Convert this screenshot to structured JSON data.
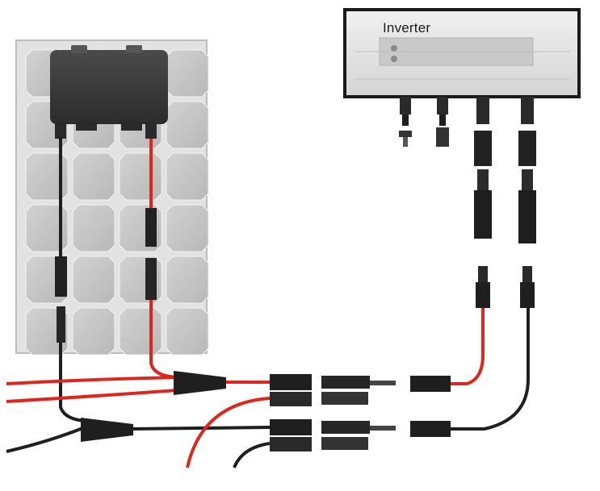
{
  "inverter": {
    "label": "Inverter"
  },
  "colors": {
    "positive_cable": "#e0261c",
    "negative_cable": "#1f1f1f",
    "panel_frame": "#d8d8d8",
    "panel_cell": "#c4c4c4",
    "junction_box": "#3a3a3a",
    "inverter_body": "#e6e6e6"
  },
  "icons": [
    "solar-panel",
    "junction-box",
    "inverter",
    "mc4-connector",
    "y-branch-connector"
  ]
}
